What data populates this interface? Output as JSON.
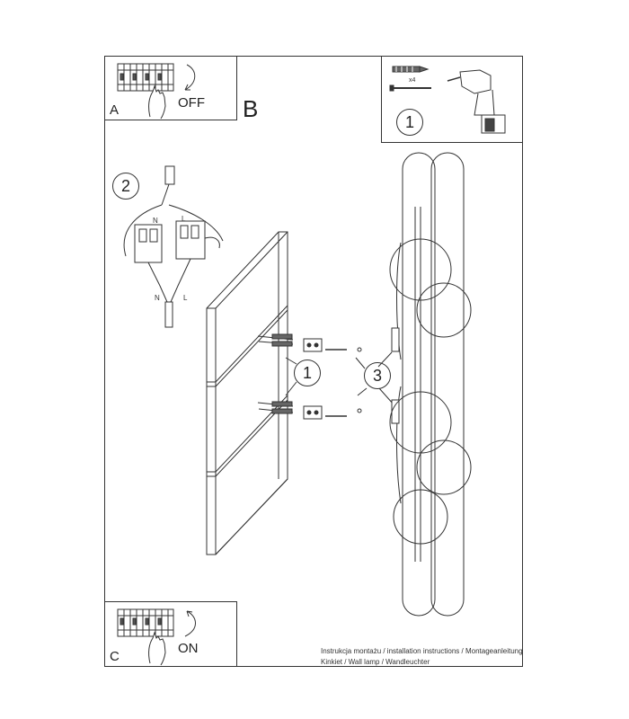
{
  "panels": {
    "a": {
      "letter": "A",
      "action": "OFF"
    },
    "b": {
      "letter": "B"
    },
    "c": {
      "letter": "C",
      "action": "ON"
    }
  },
  "steps": {
    "drill_step": "1",
    "wiring_step": "2",
    "bracket_step": "1",
    "mount_step": "3"
  },
  "hardware": {
    "quantity": "x4"
  },
  "wiring": {
    "n_top": "N",
    "l_top": "L",
    "n_bottom": "N",
    "l_bottom": "L"
  },
  "footer": {
    "line1": "Instrukcja montażu / installation instructions / Montageanleitung",
    "line2": "Kinkiet / Wall lamp / Wandleuchter"
  },
  "icons": [
    "breaker-panel-icon",
    "hand-icon",
    "arrow-down-icon",
    "arrow-up-icon",
    "drill-icon",
    "wall-plug-icon",
    "screw-icon",
    "bracket-icon",
    "lamp-icon",
    "wall-icon",
    "junction-box-icon"
  ]
}
